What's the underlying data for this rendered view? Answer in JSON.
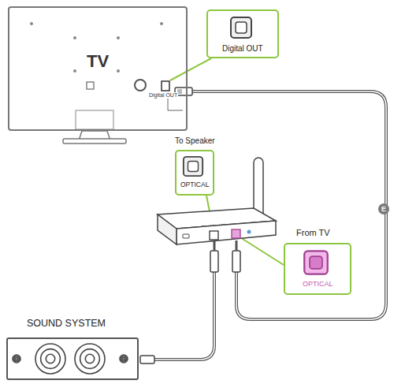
{
  "diagram": {
    "nodes": [
      {
        "text": [
          "TV"
        ]
      },
      {
        "text": [
          "Digital OUT"
        ]
      },
      {
        "text": [
          "To Speaker",
          "OPTICAL"
        ]
      },
      {
        "text": [
          "From TV",
          "OPTICAL"
        ]
      },
      {
        "text": [
          "SOUND SYSTEM"
        ]
      }
    ],
    "labels": [
      "Digital OUT",
      "E"
    ]
  }
}
